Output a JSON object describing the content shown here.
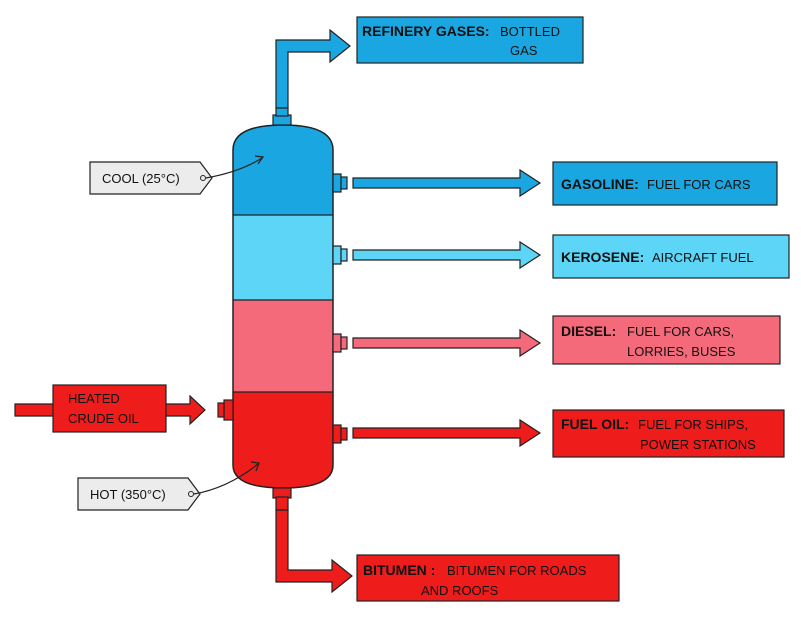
{
  "temperature_tags": {
    "cool": "COOL (25°C)",
    "hot": "HOT (350°C)"
  },
  "input": {
    "line1": "HEATED",
    "line2": "CRUDE OIL"
  },
  "fractions": [
    {
      "name": "REFINERY GASES:",
      "use_line1": "BOTTLED",
      "use_line2": "GAS"
    },
    {
      "name": "GASOLINE:",
      "use_line1": "FUEL FOR CARS",
      "use_line2": ""
    },
    {
      "name": "KEROSENE:",
      "use_line1": "AIRCRAFT FUEL",
      "use_line2": ""
    },
    {
      "name": "DIESEL:",
      "use_line1": "FUEL FOR CARS,",
      "use_line2": "LORRIES, BUSES"
    },
    {
      "name": "FUEL OIL:",
      "use_line1": "FUEL FOR SHIPS,",
      "use_line2": "POWER STATIONS"
    },
    {
      "name": "BITUMEN :",
      "use_line1": "BITUMEN FOR ROADS",
      "use_line2": "AND ROOFS"
    }
  ],
  "colors": {
    "dark_blue": "#1aa7e1",
    "light_blue": "#5dd5f6",
    "pink": "#f46a7b",
    "red": "#ef1c1c",
    "tag_fill": "#ececec",
    "outline": "#222222"
  }
}
